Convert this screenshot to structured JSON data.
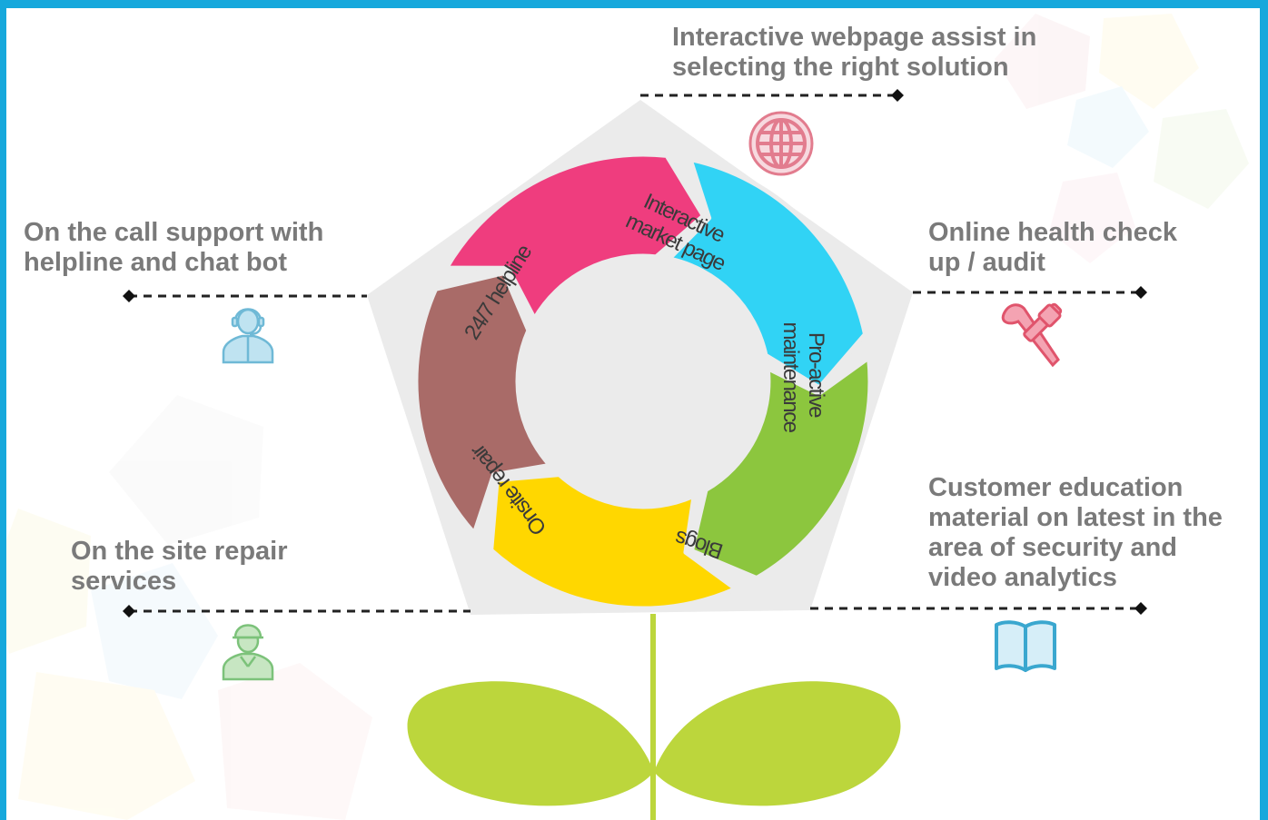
{
  "callouts": {
    "interactive_webpage": "Interactive webpage assist in selecting the right solution",
    "call_support": "On the call support with helpline and chat bot",
    "health_check": "Online health check up / audit",
    "site_repair": "On the site repair services",
    "customer_education": "Customer education material on latest in the area of security and video analytics"
  },
  "cycle": {
    "segments": [
      {
        "label": "Interactive market page",
        "line1": "Interactive",
        "line2": "market page",
        "color": "#a96b68"
      },
      {
        "label": "Pro-active maintenance",
        "line1": "Pro-active",
        "line2": "maintenance",
        "color": "#ef3d7e"
      },
      {
        "label": "Blogs",
        "line1": "Blogs",
        "line2": "",
        "color": "#31d3f5"
      },
      {
        "label": "Onsite repair",
        "line1": "Onsite repair",
        "line2": "",
        "color": "#8cc63e"
      },
      {
        "label": "24/7 helpline",
        "line1": "24/7 helpline",
        "line2": "",
        "color": "#ffd700"
      }
    ]
  },
  "icons": {
    "globe": "globe-icon",
    "support_agent": "support-agent-icon",
    "tools": "tools-icon",
    "repair_worker": "repair-worker-icon",
    "book": "book-icon"
  },
  "colors": {
    "frame": "#16a8dc",
    "pentagon": "#ebebeb",
    "text": "#7a7a7a",
    "plant": "#bcd63c",
    "globe_icon": "#e27c8e",
    "tools_icon": "#e0546c",
    "agent_icon": "#6fb9d6",
    "worker_icon": "#7cc27a",
    "book_icon": "#3aa7cf"
  }
}
